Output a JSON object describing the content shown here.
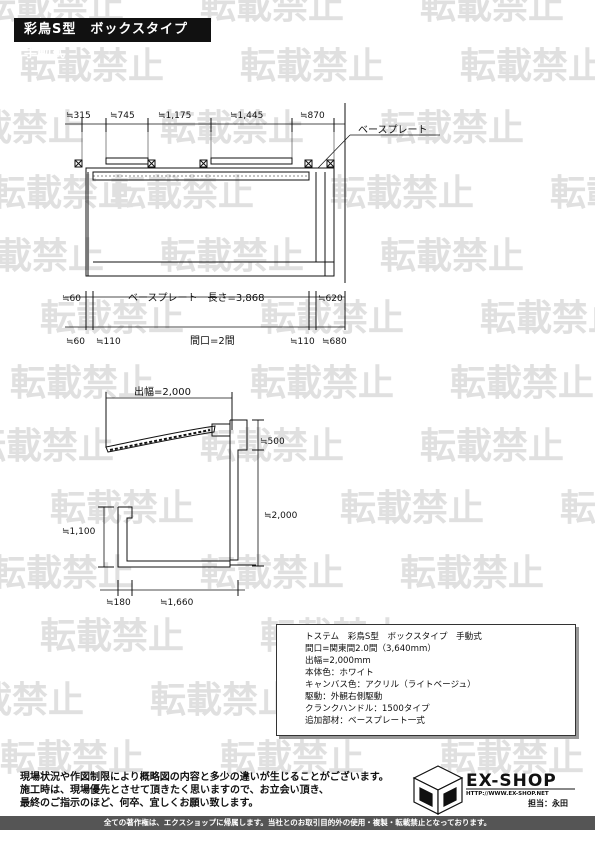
{
  "title": "彩鳥S型　ボックスタイプ　手動式",
  "watermark": "転載禁止",
  "top_view": {
    "top_dims": [
      "≒315",
      "≒745",
      "≒1,175",
      "≒1,445",
      "≒870"
    ],
    "base_plate_callout": "ベースプレート",
    "base_plate_length": "ベースプレート　長さ=3,868",
    "left_60": "≒60",
    "right_620": "≒620",
    "bottom_dims": [
      "≒60",
      "≒110",
      "≒110",
      "≒680"
    ],
    "frontage": "間口=2間"
  },
  "side_view": {
    "projection": "出幅=2,000",
    "h500": "≒500",
    "h2000": "≒2,000",
    "h1100": "≒1,100",
    "w180": "≒180",
    "w1660": "≒1,660"
  },
  "spec_box": {
    "lines": [
      "トステム　彩鳥S型　ボックスタイプ　手動式",
      "間口=関東間2.0間（3,640mm）",
      "出幅=2,000mm",
      "本体色：ホワイト",
      "キャンバス色：アクリル（ライトベージュ）",
      "駆動：外観右側駆動",
      "クランクハンドル：1500タイプ",
      "追加部材：ベースプレート一式"
    ]
  },
  "notice": [
    "現場状況や作図制限により概略図の内容と多少の違いが生じることがございます。",
    "施工時は、現場優先とさせて頂きたく思いますので、お立会い頂き、",
    "最終のご指示のほど、何卒、宜しくお願い致します。"
  ],
  "brand": {
    "name": "EX-SHOP",
    "url": "HTTP://WWW.EX-SHOP.NET",
    "staff": "担当：永田"
  },
  "footer": "全ての著作権は、エクスショップに帰属します。当社とのお取引目的外の使用・複製・転載禁止となっております。"
}
